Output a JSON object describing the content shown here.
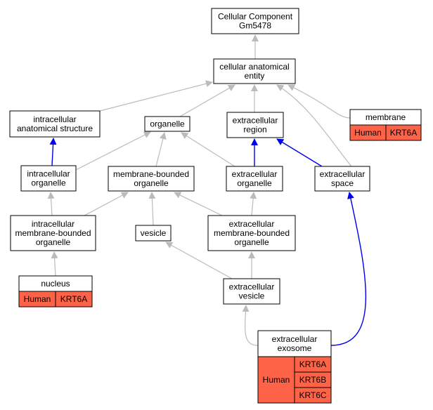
{
  "colors": {
    "node_fill": "#ffffff",
    "node_stroke": "#000000",
    "annotation_fill": "#ff6347",
    "edge_gray": "#bbbbbb",
    "edge_blue": "#0000ee"
  },
  "nodes": {
    "cellular_component": {
      "lines": [
        "Cellular Component",
        "Gm5478"
      ]
    },
    "cellular_anatomical_entity": {
      "lines": [
        "cellular anatomical",
        "entity"
      ]
    },
    "intracellular_anatomical_structure": {
      "lines": [
        "intracellular",
        "anatomical structure"
      ]
    },
    "organelle": {
      "lines": [
        "organelle"
      ]
    },
    "extracellular_region": {
      "lines": [
        "extracellular",
        "region"
      ]
    },
    "membrane": {
      "lines": [
        "membrane"
      ],
      "species": "Human",
      "genes": [
        "KRT6A"
      ]
    },
    "intracellular_organelle": {
      "lines": [
        "intracellular",
        "organelle"
      ]
    },
    "membrane_bounded_organelle": {
      "lines": [
        "membrane-bounded",
        "organelle"
      ]
    },
    "extracellular_organelle": {
      "lines": [
        "extracellular",
        "organelle"
      ]
    },
    "extracellular_space": {
      "lines": [
        "extracellular",
        "space"
      ]
    },
    "intracellular_membrane_bounded_organelle": {
      "lines": [
        "intracellular",
        "membrane-bounded",
        "organelle"
      ]
    },
    "vesicle": {
      "lines": [
        "vesicle"
      ]
    },
    "extracellular_membrane_bounded_organelle": {
      "lines": [
        "extracellular",
        "membrane-bounded",
        "organelle"
      ]
    },
    "nucleus": {
      "lines": [
        "nucleus"
      ],
      "species": "Human",
      "genes": [
        "KRT6A"
      ]
    },
    "extracellular_vesicle": {
      "lines": [
        "extracellular",
        "vesicle"
      ]
    },
    "extracellular_exosome": {
      "lines": [
        "extracellular",
        "exosome"
      ],
      "species": "Human",
      "genes": [
        "KRT6A",
        "KRT6B",
        "KRT6C"
      ]
    }
  },
  "edges": [
    {
      "from": "cellular_anatomical_entity",
      "to": "cellular_component",
      "color": "gray"
    },
    {
      "from": "intracellular_anatomical_structure",
      "to": "cellular_anatomical_entity",
      "color": "gray"
    },
    {
      "from": "organelle",
      "to": "cellular_anatomical_entity",
      "color": "gray"
    },
    {
      "from": "extracellular_region",
      "to": "cellular_anatomical_entity",
      "color": "gray"
    },
    {
      "from": "membrane",
      "to": "cellular_anatomical_entity",
      "color": "gray"
    },
    {
      "from": "extracellular_space",
      "to": "cellular_anatomical_entity",
      "color": "gray"
    },
    {
      "from": "intracellular_organelle",
      "to": "intracellular_anatomical_structure",
      "color": "blue"
    },
    {
      "from": "intracellular_organelle",
      "to": "organelle",
      "color": "gray"
    },
    {
      "from": "membrane_bounded_organelle",
      "to": "organelle",
      "color": "gray"
    },
    {
      "from": "extracellular_organelle",
      "to": "organelle",
      "color": "gray"
    },
    {
      "from": "extracellular_organelle",
      "to": "extracellular_region",
      "color": "blue"
    },
    {
      "from": "extracellular_space",
      "to": "extracellular_region",
      "color": "blue"
    },
    {
      "from": "intracellular_membrane_bounded_organelle",
      "to": "intracellular_organelle",
      "color": "gray"
    },
    {
      "from": "intracellular_membrane_bounded_organelle",
      "to": "membrane_bounded_organelle",
      "color": "gray"
    },
    {
      "from": "vesicle",
      "to": "membrane_bounded_organelle",
      "color": "gray"
    },
    {
      "from": "extracellular_membrane_bounded_organelle",
      "to": "membrane_bounded_organelle",
      "color": "gray"
    },
    {
      "from": "extracellular_membrane_bounded_organelle",
      "to": "extracellular_organelle",
      "color": "gray"
    },
    {
      "from": "nucleus",
      "to": "intracellular_membrane_bounded_organelle",
      "color": "gray"
    },
    {
      "from": "extracellular_vesicle",
      "to": "vesicle",
      "color": "gray"
    },
    {
      "from": "extracellular_vesicle",
      "to": "extracellular_membrane_bounded_organelle",
      "color": "gray"
    },
    {
      "from": "extracellular_exosome",
      "to": "extracellular_vesicle",
      "color": "gray"
    },
    {
      "from": "extracellular_exosome",
      "to": "extracellular_space",
      "color": "blue"
    }
  ]
}
